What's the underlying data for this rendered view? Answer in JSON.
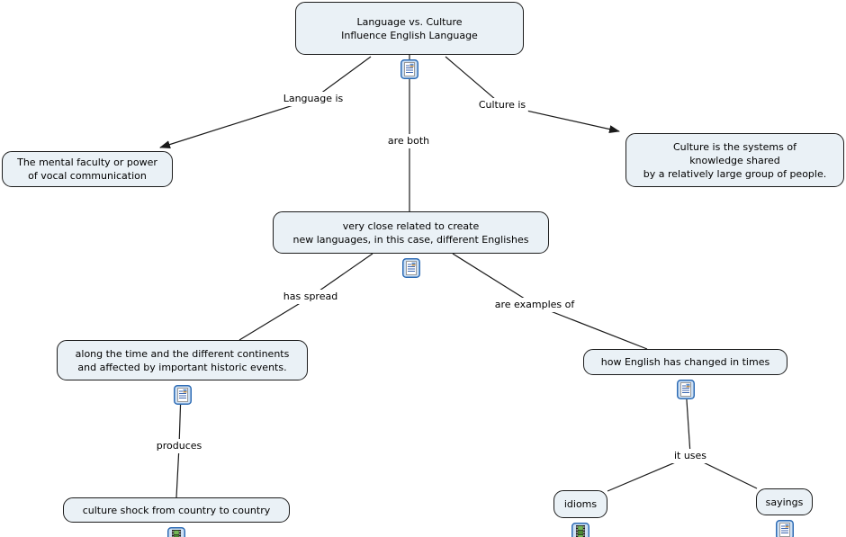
{
  "map": {
    "background_color": "#ffffff",
    "node_fill_color": "#eaf1f6",
    "node_border_color": "#1c1c1c",
    "line_color": "#1a1a1a",
    "resource_icon_border_color": "#2e6cb5",
    "resource_icon_fill_color": "#cde0f4"
  },
  "nodes": {
    "root": {
      "label": "Language vs. Culture\nInfluence English Language",
      "icon": "document-resource-icon"
    },
    "language_def": {
      "label": "The mental faculty or power\nof vocal communication"
    },
    "culture_def": {
      "label": "Culture is the systems of\nknowledge shared\nby a relatively large group of people."
    },
    "close_related": {
      "label": "very close related to create\nnew languages, in this case, different Englishes",
      "icon": "document-resource-icon"
    },
    "spread": {
      "label": "along the time and the different continents\nand affected by important historic events.",
      "icon": "document-resource-icon"
    },
    "changed": {
      "label": "how English has changed in times",
      "icon": "document-resource-icon"
    },
    "culture_shock": {
      "label": "culture shock from country to country",
      "icon": "video-resource-icon"
    },
    "idioms": {
      "label": "idioms",
      "icon": "video-resource-icon"
    },
    "sayings": {
      "label": "sayings",
      "icon": "document-resource-icon"
    }
  },
  "links": {
    "language_is": "Language is",
    "culture_is": "Culture is",
    "are_both": "are both",
    "has_spread": "has spread",
    "are_examples_of": "are examples of",
    "produces": "produces",
    "it_uses": "it uses"
  }
}
